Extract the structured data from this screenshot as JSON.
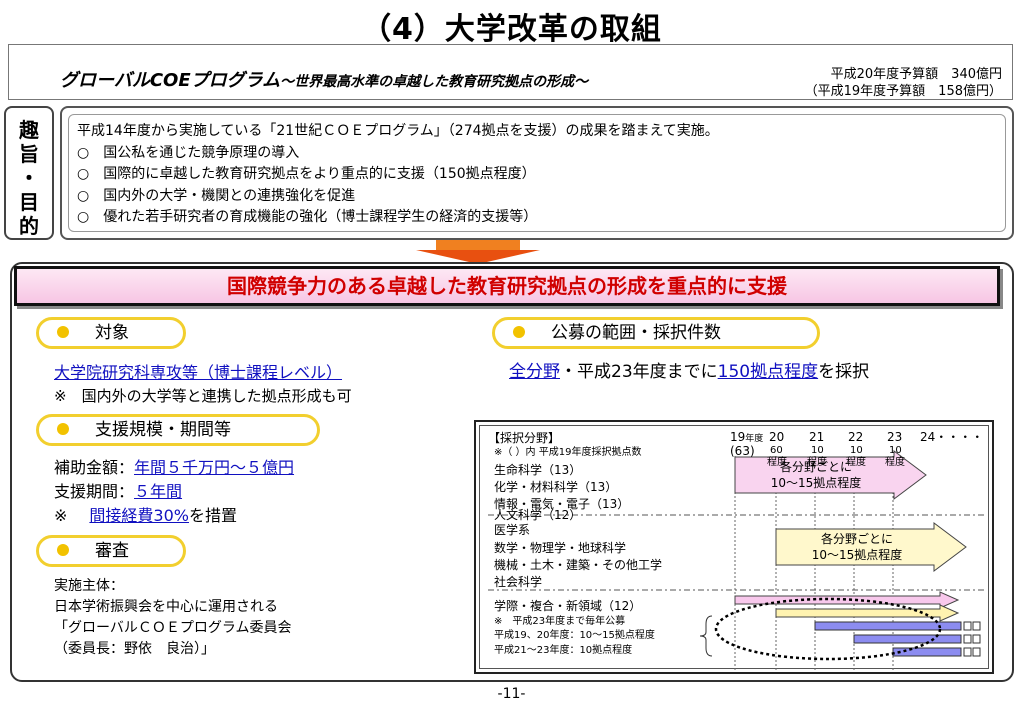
{
  "title": "（4）大学改革の取組",
  "program": {
    "name": "グローバルCOEプログラム",
    "subtitle": "～世界最高水準の卓越した教育研究拠点の形成～",
    "budget_line1": "平成20年度予算額　340億円",
    "budget_line2": "（平成19年度予算額　158億円）"
  },
  "purpose": {
    "label_chars": [
      "趣",
      "旨",
      "・",
      "目",
      "的"
    ],
    "intro": "平成14年度から実施している「21世紀ＣＯＥプログラム」（274拠点を支援）の成果を踏まえて実施。",
    "items": [
      "○　国公私を通じた競争原理の導入",
      "○　国際的に卓越した教育研究拠点をより重点的に支援（150拠点程度）",
      "○　国内外の大学・機関との連携強化を促進",
      "○　優れた若手研究者の育成機能の強化（博士課程学生の経済的支援等）"
    ]
  },
  "banner": "国際競争力のある卓越した教育研究拠点の形成を重点的に支援",
  "left": {
    "target_label": "対象",
    "target_value": "大学院研究科専攻等（博士課程レベル）",
    "target_note": "※　国内外の大学等と連携した拠点形成も可",
    "support_label": "支援規模・期間等",
    "grant_label": "補助金額：",
    "grant_value": "年間５千万円～５億円",
    "period_label": "支援期間：",
    "period_value": "５年間",
    "note_mark": "※",
    "indirect_value": "間接経費30%",
    "indirect_suffix": "を措置",
    "review_label": "審査",
    "review_lines": [
      "実施主体：",
      "日本学術振興会を中心に運用される",
      "「グローバルＣＯＥプログラム委員会",
      "（委員長：野依　良治）」"
    ]
  },
  "right": {
    "scope_label": "公募の範囲・採択件数",
    "summary_a": "全分野",
    "summary_b": "・平成23年度までに",
    "summary_c": "150拠点程度",
    "summary_d": "を採択",
    "chart": {
      "heading": "【採択分野】",
      "note": "※（ ）内 平成19年度採択拠点数",
      "year_first": "19",
      "year_unit": "年度",
      "years": [
        "20",
        "21",
        "22",
        "23",
        "24・・・・"
      ],
      "first_count": "(63)",
      "counts": [
        "60",
        "10",
        "10",
        "10"
      ],
      "approx": [
        "程度",
        "程度",
        "程度",
        "程度"
      ],
      "group1": [
        "生命科学（13）",
        "化学・材料科学（13）",
        "情報・電気・電子（13）",
        "人文科学（12）"
      ],
      "group2": [
        "医学系",
        "数学・物理学・地球科学",
        "機械・土木・建築・その他工学",
        "社会科学"
      ],
      "group3": "学際・複合・新領域（12）",
      "notes3": [
        "※　平成23年度まで毎年公募",
        "平成19、20年度：10～15拠点程度",
        "平成21～23年度：10拠点程度"
      ],
      "arrow1": [
        "各分野ごとに",
        "10～15拠点程度"
      ],
      "arrow2": [
        "各分野ごとに",
        "10～15拠点程度"
      ],
      "colors": {
        "arrow1": "#f9d4ef",
        "arrow2": "#fff8cc",
        "bar_pink": "#f8c8ec",
        "bar_yellow": "#fff3b0",
        "bar_blue": "#8c8cf0"
      }
    }
  },
  "page_number": "-11-"
}
